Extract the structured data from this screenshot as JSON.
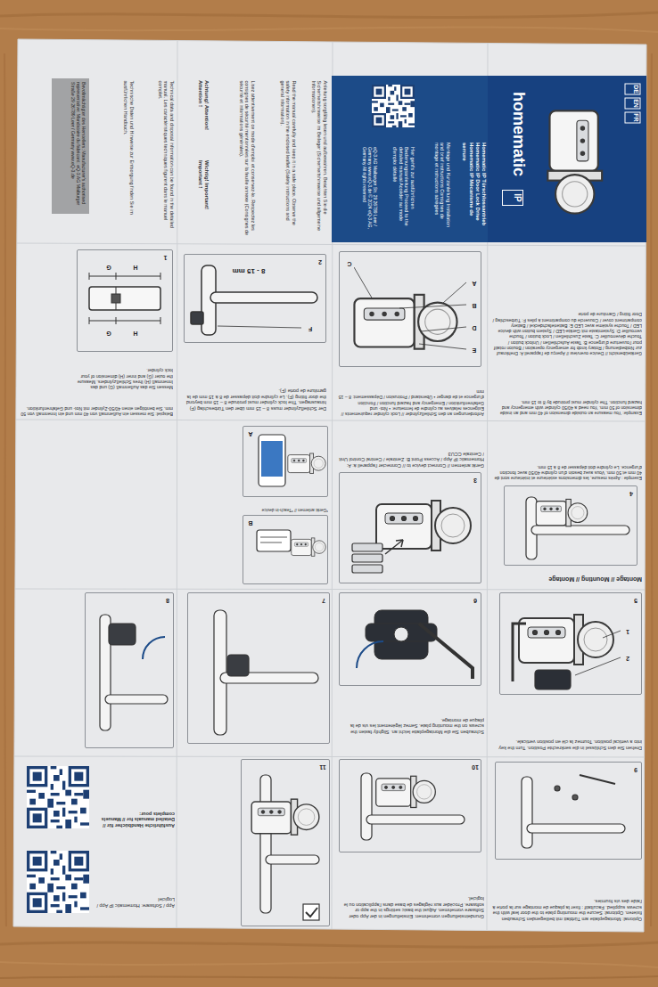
{
  "diagram": {
    "nodes": [
      {
        "text": [
          "homematic",
          "IP",
          "DE",
          "EN",
          "FR",
          "Homematic IP Türschlossantrieb Homematic IP Door Lock Drive Homematic IP Mécanisme de serrure",
          "Montage und Kurzanleitung Installation and brief instructions Consignes de montage et instructions abrégées",
          "Hier geht's zur ausführlichen Bedienungsanleitung Proceed to the detailed manual Accéder au mode d'emploi détaillé",
          "eQ-3 AG Maiburger Str. 29 26789 Leer / Germany www.eQ-3.de © 2024 eQ-3 AG, Germany All rights reserved"
        ]
      },
      {
        "text": [
          "Bevollmächtigter des Herstellers: Manufacturer's authorised representative: Mandataire du fabricant: eQ-3 AG Maiburger Straße 29 26789 Leer / Germany www.eQ-3.de"
        ]
      },
      {
        "text": [
          "1",
          "G",
          "H",
          "G",
          "H"
        ]
      },
      {
        "text": [
          "2",
          "8 - 15 mm",
          "F"
        ]
      },
      {
        "text": [
          "C",
          "A",
          "B",
          "D",
          "E"
        ]
      },
      {
        "text": [
          "A"
        ]
      },
      {
        "text": [
          "B"
        ]
      },
      {
        "text": [
          "3"
        ]
      },
      {
        "text": [
          "4"
        ]
      },
      {
        "text": [
          "5",
          "1",
          "2"
        ]
      },
      {
        "text": [
          "6"
        ]
      },
      {
        "text": [
          "7"
        ]
      },
      {
        "text": [
          "8"
        ]
      },
      {
        "text": [
          "9"
        ]
      },
      {
        "text": [
          "10"
        ]
      },
      {
        "text": [
          "11"
        ]
      }
    ],
    "labels": [
      "Anleitung sorgfältig lesen und aufbewahren. Beachten Sie die Sicherheitshinweise im Beileger (Sicherheitshinweise und allgemeine Informationen).",
      "Read the manual carefully and keep it in a safe place. Observe the safety information in the enclosed leaflet (Safety instructions and general information).",
      "Lisez attentivement ce mode d'emploi et conservez-le. Respectez les consignes de sécurité mentionnées sur la feuille annexe (Consignes de sécurité et informations générales).",
      "Achtung! Attention! Attention !",
      "Wichtig! Important! Important !",
      "Technische Daten und Hinweise zur Entsorgung finden Sie im ausführlichen Handbuch.",
      "Technical data and disposal information can be found in the detailed manual. Les caractéristiques techniques figurent dans le manuel complet.",
      "Messen Sie das Außenmaß (G) und das Innenmaß (H) Ihres Schließzylinders. Measure the outer (G) and inner (H) dimension of your lock cylinder.",
      "Beispiel: Sie messen ein Außenmaß von 40 mm und ein Innenmaß von 50 mm. Sie benötigen einen 40/50-Zylinder mit Not- und Gefahrenfunktion.",
      "Der Schließzylinder muss 8 – 15 mm über den Türbeschlag (F) hinausragen. The lock cylinder must protrude 8 – 15 mm beyond the door fitting (F). Le cylindre doit dépasser de 8 à 15 mm de la garniture de porte (F).",
      "Anforderungen an den Schließzylinder // Lock cylinder requirements // Exigences relatives au cylindre de fermeture: • Not- und Gefahrenfunktion / Emergency and hazard function / Fonction d'urgence et de danger • Überstand / Protrusion / Dépassement: 8 – 15 mm",
      "Geräteübersicht // Device overview // Aperçu de l'appareil A: Drehknauf zur Notbedienung / Rotary knob for emergency operation / Bouton rotatif pour l'ouverture d'urgence B: Taste Aufschließen / Unlock button / Touche déverrouiller C: Taste Zuschließen / Lock button / Touche verrouiller D: Systemtaste mit Geräte-LED / System button with device LED / Touche système avec LED E: Batteriefachdeckel / Battery compartment cover / Couvercle du compartiment à piles F: Türbeschlag / Door fitting / Garniture de porte",
      "Example: You measure an outside dimension of 40 mm and an inside dimension of 50 mm. You need a 40/50 cylinder with emergency and hazard function. The cylinder must protrude by 8 to 15 mm.",
      "Gerät anlernen // Connect device to // Connecter l'appareil à: A: Homematic IP App / Access Point B: Zentrale / Central Control Unit / Centrale CCU3",
      "Exemple : Après mesure, les dimensions extérieure et intérieure sont de 40 mm et 50 mm. Vous avez besoin d'un cylindre 40/50 avec fonction d'urgence. Le cylindre doit dépasser de 8 à 15 mm.",
      "*Gerät anlernen // *Teach-in device",
      "Montage // Mounting // Montage",
      "Schrauben Sie die Montageplatte leicht an. Slightly fasten the screws on the mounting plate. Serrez légèrement les vis de la plaque de montage.",
      "Drehen Sie den Schlüssel in die senkrechte Position. Turn the key into a vertical position. Tournez la clé en position verticale.",
      "Grundeinstellungen vornehmen: Einstellungen in der App oder Software vornehmen. Adjust the basic settings in the app or software. Procéder aux réglages de base dans l'application ou le logiciel.",
      "Optional: Montageplatte am Türblatt mit beiliegenden Schrauben fixieren. Optional: Secure the mounting plate to the door leaf with the screws supplied. Facultatif : fixer la plaque de montage sur la porte à l'aide des vis fournies.",
      "Ausführliche Handbücher für // Detailed manuals for // Manuels complets pour:",
      "App / Software: Homematic IP App / Logiciel"
    ]
  }
}
